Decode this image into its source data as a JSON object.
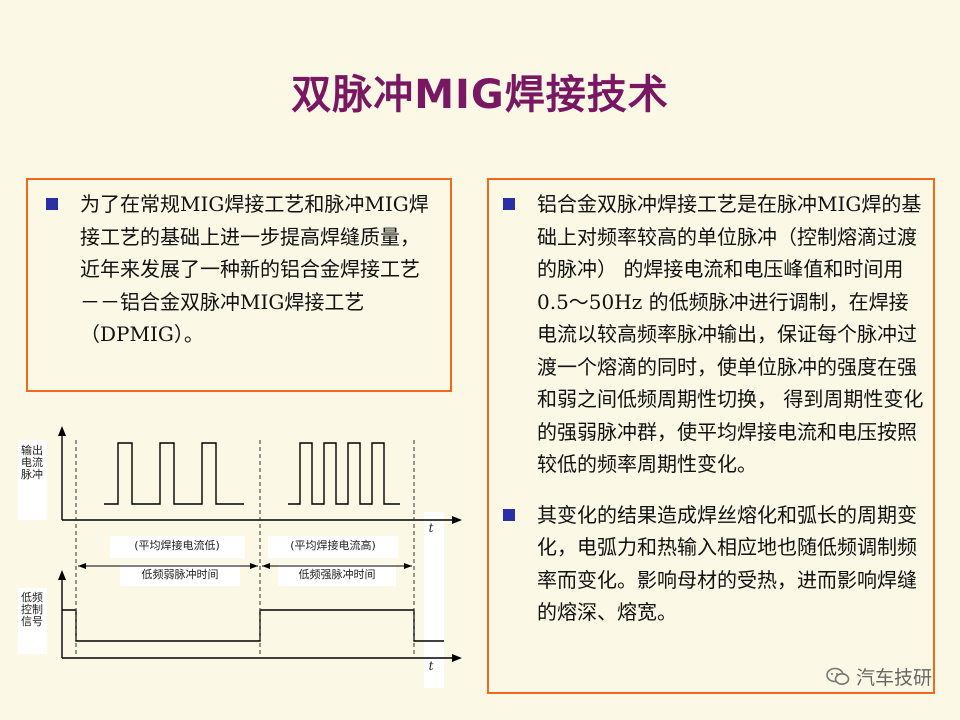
{
  "slide": {
    "title": "双脉冲MIG焊接技术"
  },
  "left_box": {
    "text": "为了在常规MIG焊接工艺和脉冲MIG焊接工艺的基础上进一步提高焊缝质量，近年来发展了一种新的铝合金焊接工艺－－铝合金双脉冲MIG焊接工艺（DPMIG）。"
  },
  "right_box": {
    "paragraphs": [
      "铝合金双脉冲焊接工艺是在脉冲MIG焊的基础上对频率较高的单位脉冲（控制熔滴过渡的脉冲） 的焊接电流和电压峰值和时间用0.5～50Hz 的低频脉冲进行调制，在焊接电流以较高频率脉冲输出，保证每个脉冲过渡一个熔滴的同时，使单位脉冲的强度在强和弱之间低频周期性切换， 得到周期性变化的强弱脉冲群，使平均焊接电流和电压按照较低的频率周期性变化。",
      "其变化的结果造成焊丝熔化和弧长的周期变化，电弧力和热输入相应地也随低频调制频率而变化。影响母材的受热，进而影响焊缝的熔深、熔宽。"
    ]
  },
  "diagram": {
    "output_pulse_label": "输出电流脉冲",
    "low_freq_label": "低频控制信号",
    "time_axis_label": "t",
    "avg_low_label": "(平均焊接电流低)",
    "avg_high_label": "(平均焊接电流高)",
    "weak_period_label": "低频弱脉冲时间",
    "strong_period_label": "低频强脉冲时间",
    "colors": {
      "line": "#000000",
      "dash": "#333333"
    }
  },
  "watermark": {
    "text": "汽车技研",
    "icon": "wechat-icon"
  }
}
